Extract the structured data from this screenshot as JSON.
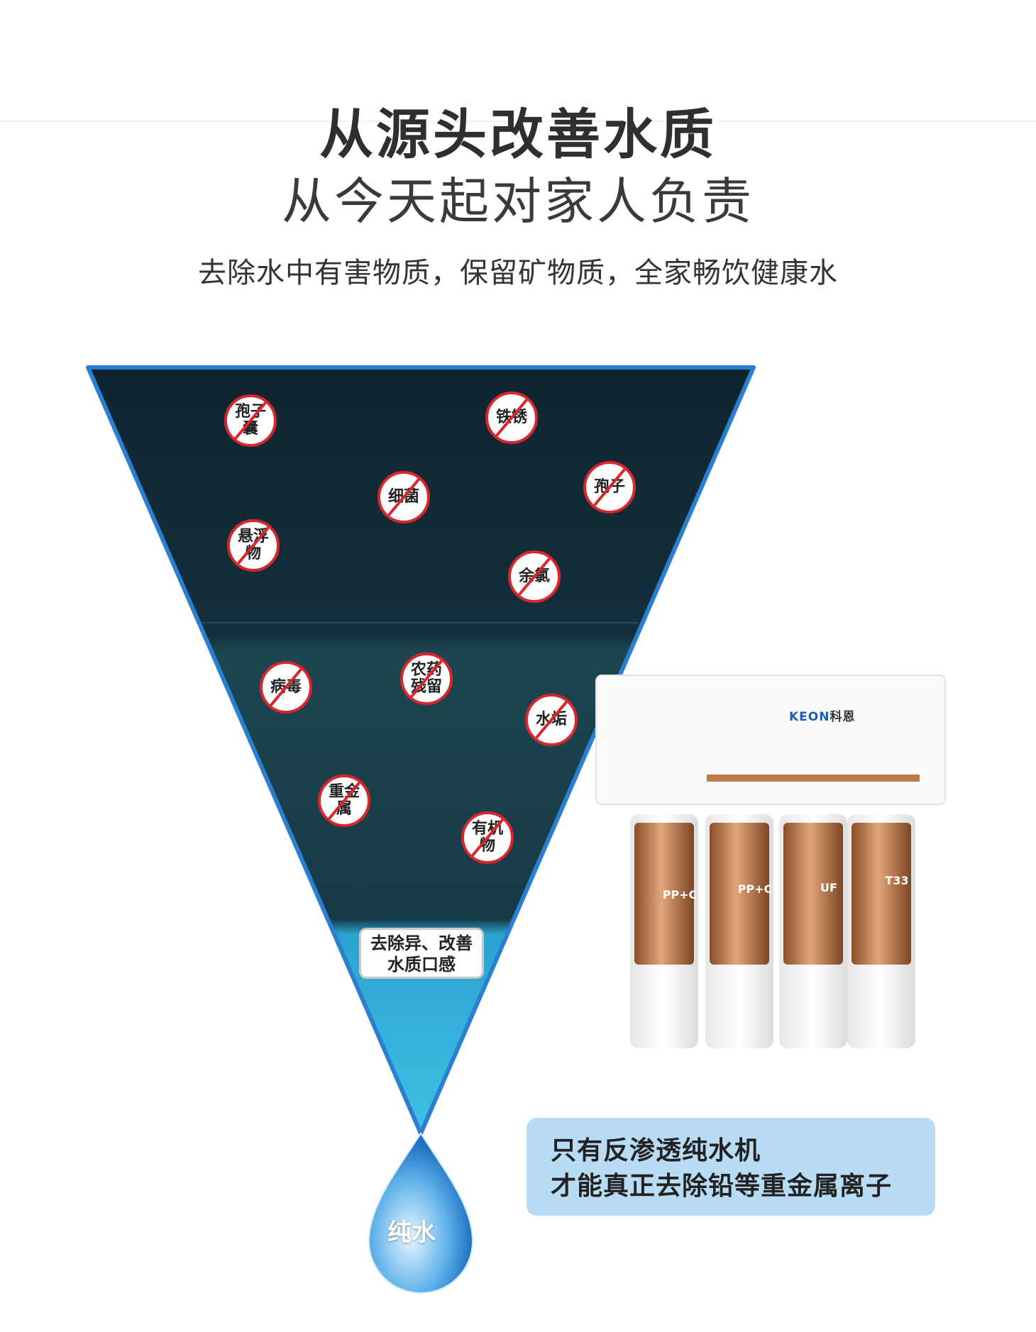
{
  "header": {
    "title_line1": "从源头改善水质",
    "title_line2": "从今天起对家人负责",
    "subtitle": "去除水中有害物质，保留矿物质，全家畅饮健康水"
  },
  "contaminants": [
    {
      "label": "孢子囊"
    },
    {
      "label": "铁锈"
    },
    {
      "label": "细菌"
    },
    {
      "label": "孢子"
    },
    {
      "label": "悬浮物"
    },
    {
      "label": "余氯"
    },
    {
      "label": "病毒"
    },
    {
      "label": "农药残留"
    },
    {
      "label": "水垢"
    },
    {
      "label": "重金属"
    },
    {
      "label": "有机物"
    }
  ],
  "callout": {
    "line1": "去除异、改善",
    "line2": "水质口感"
  },
  "drop": {
    "label": "纯水"
  },
  "product": {
    "brand_en": "KEON",
    "brand_cn": "科恩",
    "filters": [
      "PP+C",
      "PP+C",
      "UF",
      "T33"
    ]
  },
  "info": {
    "line1": "只有反渗透纯水机",
    "line2": "才能真正去除铅等重金属离子"
  },
  "colors": {
    "funnel_border": "#2a7fd2",
    "no_sign": "#d8262c",
    "filter_copper": "#c07a45",
    "info_bg": "#b9dcf5"
  }
}
